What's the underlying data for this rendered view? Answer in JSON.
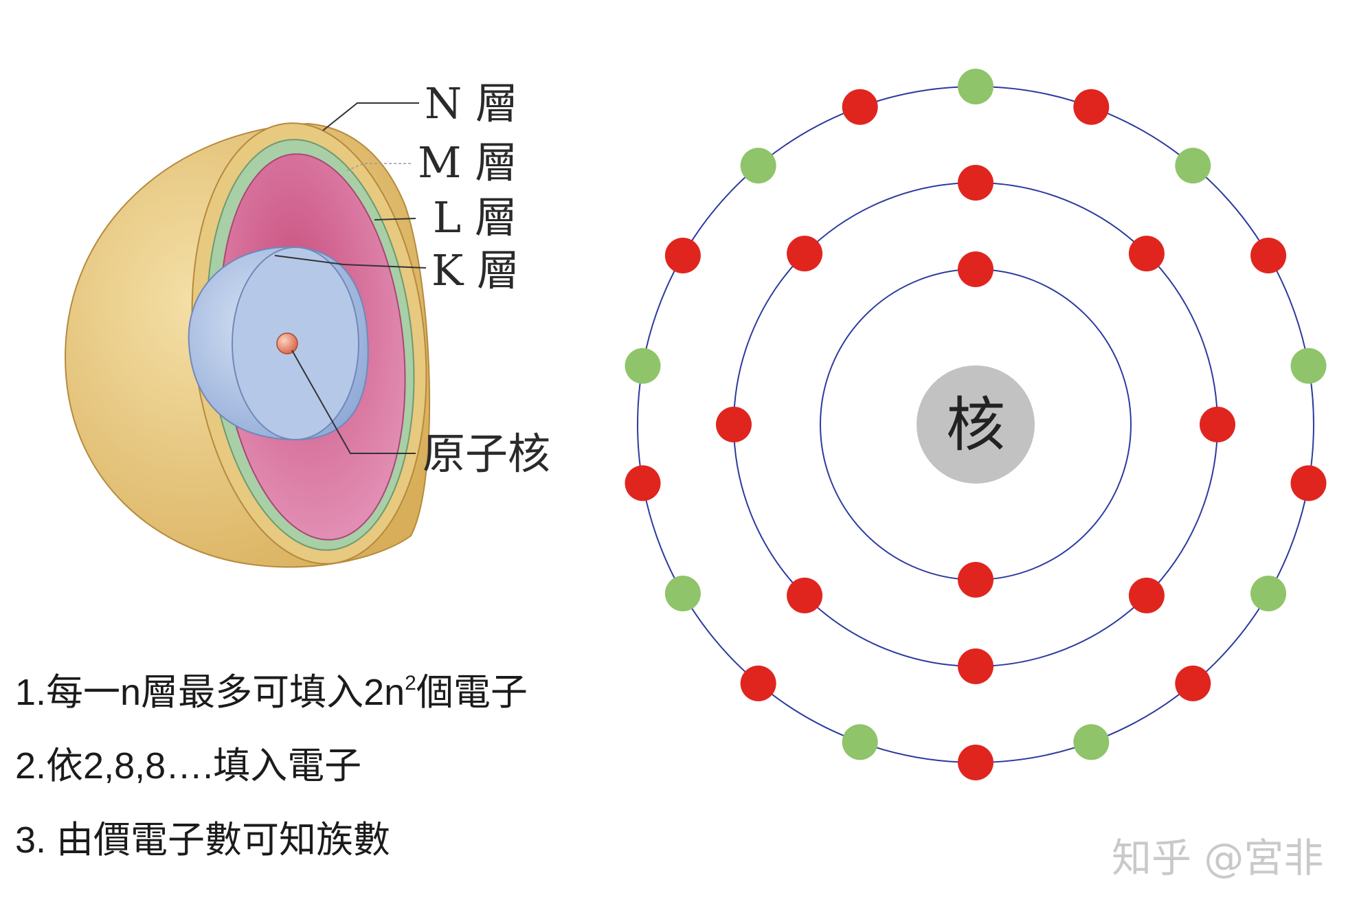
{
  "shell_diagram": {
    "labels": {
      "n_shell": "N 層",
      "m_shell": "M 層",
      "l_shell": "L 層",
      "k_shell": "K 層",
      "nucleus": "原子核"
    },
    "colors": {
      "outer_shell": "#e8c77a",
      "middle_shell": "#a9cfa8",
      "inner_shell": "#dc86ad",
      "core_shell": "#a9bfe4",
      "nucleus": "#e58a6c"
    }
  },
  "orbit_diagram": {
    "nucleus_label": "核",
    "nucleus_color": "#c2c2c2",
    "orbit_color": "#2b3a9e",
    "electron_colors": {
      "red": "#e0251f",
      "green": "#8fc46a"
    },
    "shells": [
      {
        "name": "shell-1",
        "electrons": [
          "red",
          "red"
        ]
      },
      {
        "name": "shell-2",
        "electrons": [
          "red",
          "red",
          "red",
          "red",
          "red",
          "red",
          "red",
          "red"
        ]
      },
      {
        "name": "shell-3",
        "electrons": [
          "green",
          "red",
          "green",
          "red",
          "green",
          "red",
          "green",
          "red",
          "green",
          "red",
          "green",
          "red",
          "green",
          "red",
          "green",
          "red",
          "green",
          "red"
        ]
      }
    ]
  },
  "notes": {
    "line1_prefix": "1.每一n層最多可填入2n",
    "line1_sup": "2",
    "line1_suffix": "個電子",
    "line2": "2.依2,8,8….填入電子",
    "line3": "3. 由價電子數可知族數"
  },
  "watermark": "知乎 @宮非"
}
